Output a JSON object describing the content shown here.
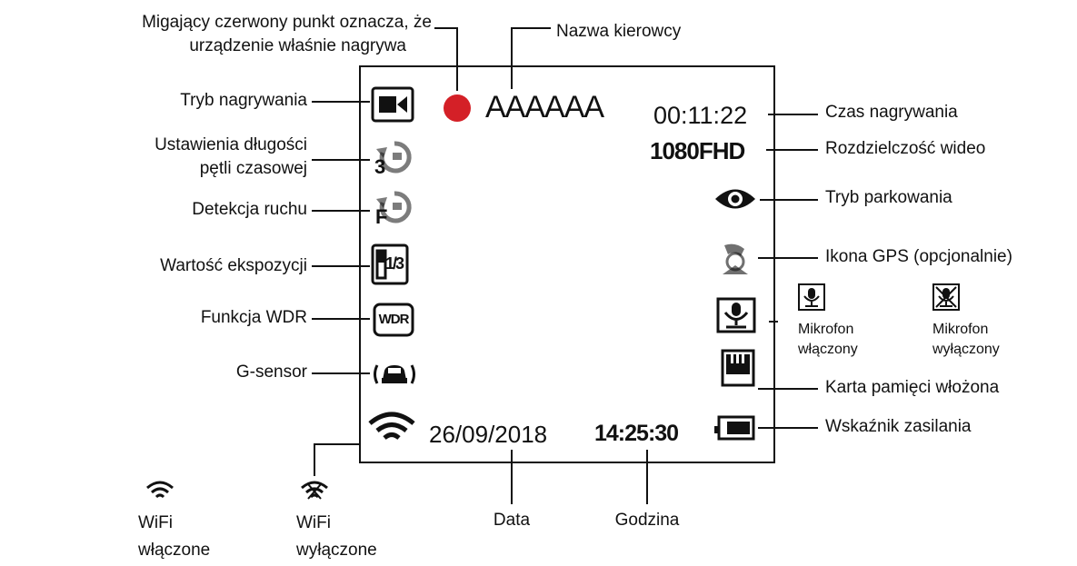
{
  "screen": {
    "driver_name": "AAAAAA",
    "recording_time": "00:11:22",
    "resolution": "1080FHD",
    "date": "26/09/2018",
    "time": "14:25:30",
    "loop_icon_digit": "3",
    "motion_icon_letter": "F",
    "exposure_icon_value": "1/3",
    "wdr_icon_text": "WDR",
    "record_dot_color": "#d42027"
  },
  "labels": {
    "red_dot": [
      "Migający czerwony punkt oznacza, że",
      "urządzenie właśnie nagrywa"
    ],
    "driver_name": "Nazwa kierowcy",
    "record_mode": "Tryb nagrywania",
    "loop": [
      "Ustawienia długości",
      "pętli czasowej"
    ],
    "motion": "Detekcja ruchu",
    "exposure": "Wartość ekspozycji",
    "wdr": "Funkcja WDR",
    "gsensor": "G-sensor",
    "rec_time": "Czas nagrywania",
    "resolution": "Rozdzielczość wideo",
    "parking": "Tryb parkowania",
    "gps": "Ikona GPS (opcjonalnie)",
    "mic_on": [
      "Mikrofon",
      "włączony"
    ],
    "mic_off": [
      "Mikrofon",
      "wyłączony"
    ],
    "sd_card": "Karta pamięci włożona",
    "power": "Wskaźnik zasilania",
    "wifi_on": [
      "WiFi",
      "włączone"
    ],
    "wifi_off": [
      "WiFi",
      "wyłączone"
    ],
    "date": "Data",
    "time": "Godzina"
  },
  "icons": [
    "video-camera-icon",
    "loop-recording-icon",
    "motion-detection-icon",
    "exposure-icon",
    "wdr-icon",
    "g-sensor-car-icon",
    "wifi-icon",
    "wifi-off-icon",
    "eye-icon",
    "gps-icon",
    "microphone-icon",
    "microphone-off-icon",
    "sd-card-icon",
    "battery-icon"
  ]
}
